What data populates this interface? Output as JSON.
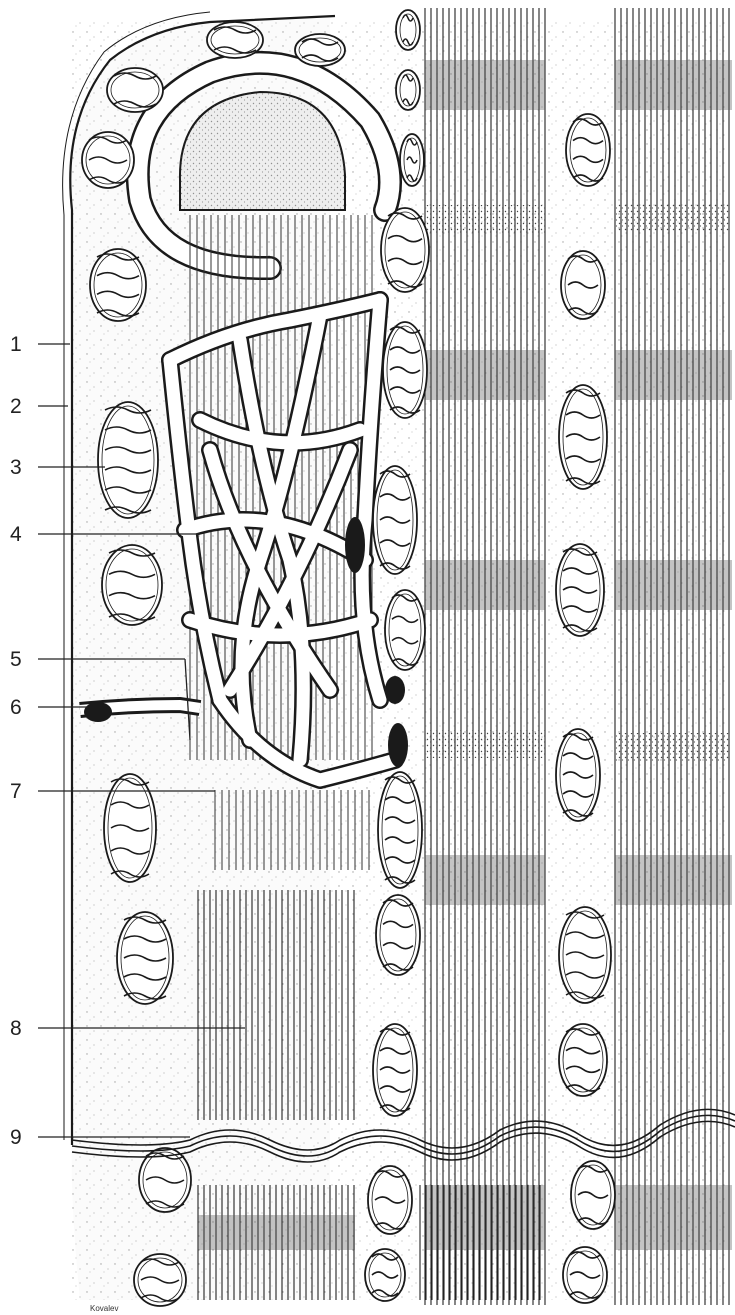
{
  "figure": {
    "labels": [
      {
        "id": "1",
        "text": "1"
      },
      {
        "id": "2",
        "text": "2"
      },
      {
        "id": "3",
        "text": "3"
      },
      {
        "id": "4",
        "text": "4"
      },
      {
        "id": "5",
        "text": "5"
      },
      {
        "id": "6",
        "text": "6"
      },
      {
        "id": "7",
        "text": "7"
      },
      {
        "id": "8",
        "text": "8"
      },
      {
        "id": "9",
        "text": "9"
      }
    ],
    "signature": "Kovalev"
  }
}
